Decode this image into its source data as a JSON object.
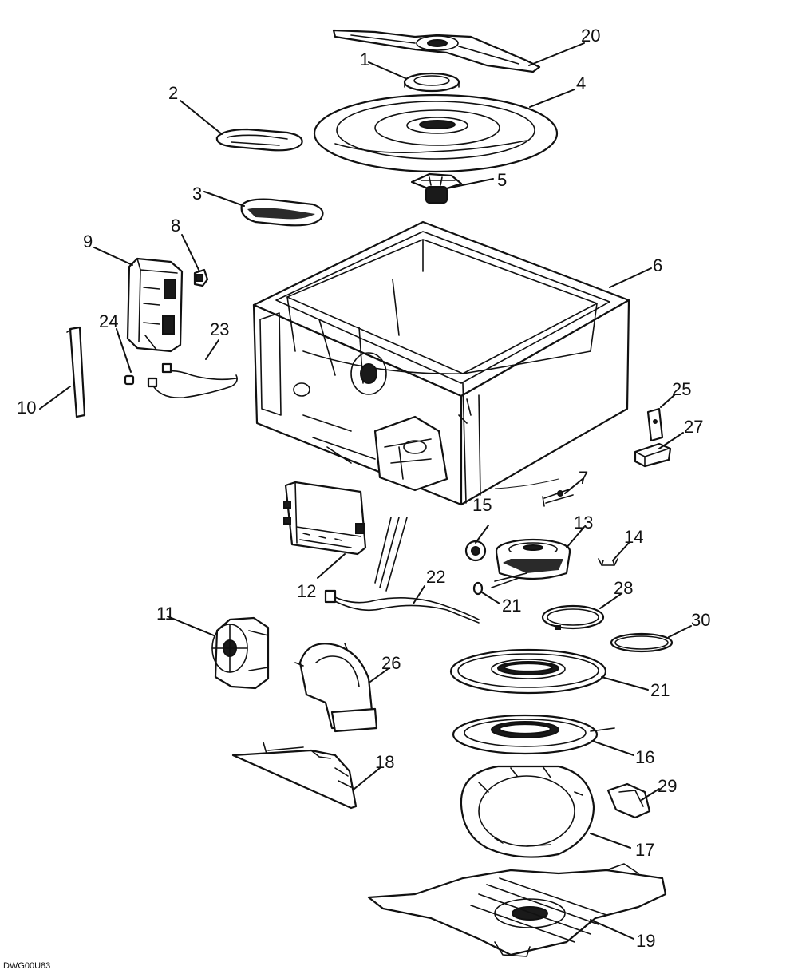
{
  "diagram": {
    "drawing_code": "DWG00U83",
    "parts": [
      {
        "id": "spray-arm-upper",
        "label": "20"
      },
      {
        "id": "spray-arm-bearing",
        "label": "1"
      },
      {
        "id": "filter-cover",
        "label": "2"
      },
      {
        "id": "filter-gasket",
        "label": "3"
      },
      {
        "id": "sump-cover-plate",
        "label": "4"
      },
      {
        "id": "impeller-hub",
        "label": "5"
      },
      {
        "id": "tub",
        "label": "6"
      },
      {
        "id": "hose-clamp",
        "label": "7"
      },
      {
        "id": "small-connector",
        "label": "8"
      },
      {
        "id": "control-module",
        "label": "9"
      },
      {
        "id": "hinge-rod",
        "label": "10"
      },
      {
        "id": "drain-pump",
        "label": "11"
      },
      {
        "id": "circuit-board",
        "label": "12"
      },
      {
        "id": "heater-motor",
        "label": "13"
      },
      {
        "id": "clip",
        "label": "14"
      },
      {
        "id": "sensor",
        "label": "15"
      },
      {
        "id": "o-ring-small",
        "label": "21"
      },
      {
        "id": "sump-gasket",
        "label": "21"
      },
      {
        "id": "wire-harness",
        "label": "22"
      },
      {
        "id": "cable",
        "label": "23"
      },
      {
        "id": "grommet",
        "label": "24"
      },
      {
        "id": "bracket",
        "label": "25"
      },
      {
        "id": "mount-block",
        "label": "27"
      },
      {
        "id": "motor-bracket",
        "label": "26"
      },
      {
        "id": "seal-ring",
        "label": "28"
      },
      {
        "id": "o-ring",
        "label": "30"
      },
      {
        "id": "sump-housing",
        "label": "16"
      },
      {
        "id": "base-ring",
        "label": "17"
      },
      {
        "id": "duct",
        "label": "29"
      },
      {
        "id": "heat-shield",
        "label": "18"
      },
      {
        "id": "base-pan",
        "label": "19"
      }
    ]
  }
}
